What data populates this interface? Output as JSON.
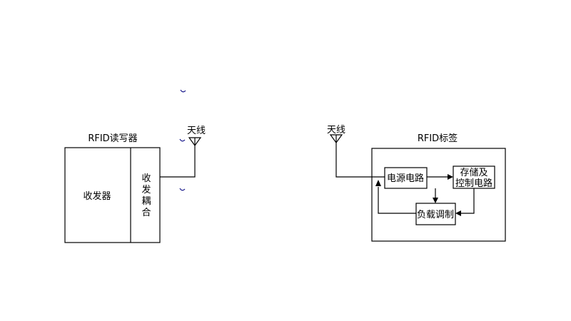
{
  "reader": {
    "title": "RFID读写器",
    "transceiver": "收发器",
    "coupling": [
      "收",
      "发",
      "耦",
      "合"
    ],
    "antenna": "天线"
  },
  "tag": {
    "title": "RFID标签",
    "antenna": "天线",
    "power": "电源电路",
    "storage": [
      "存储及",
      "控制电路"
    ],
    "modulation": "负载调制"
  }
}
